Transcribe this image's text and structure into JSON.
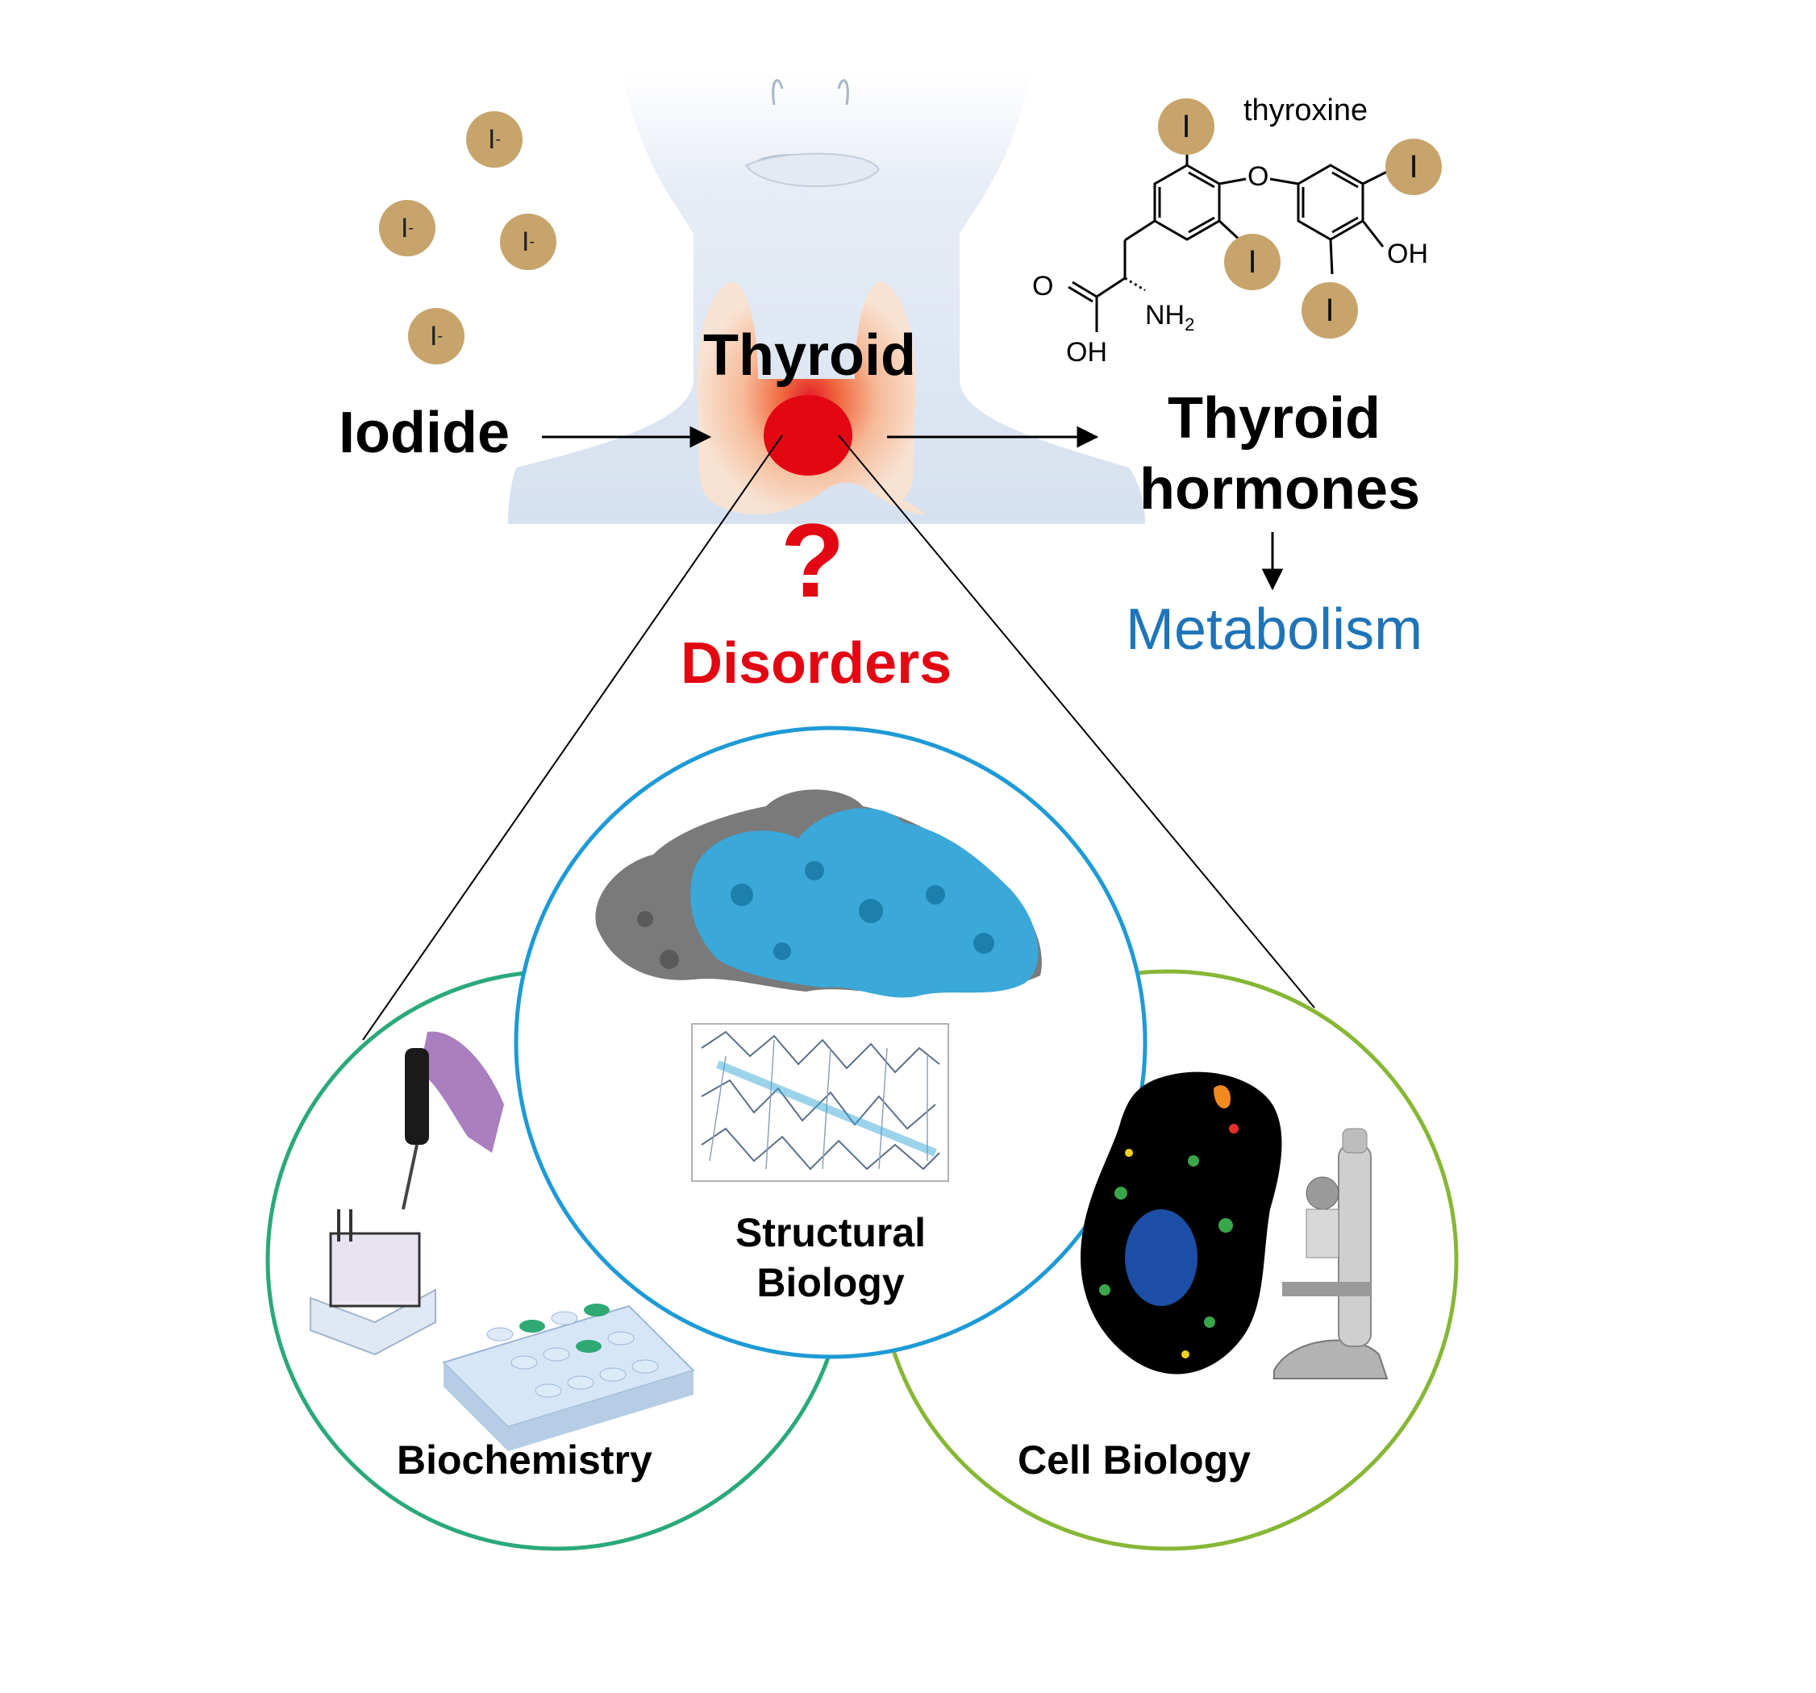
{
  "colors": {
    "ion_fill": "#c6a46c",
    "disorders_red": "#e30613",
    "metabolism_blue": "#1f74b8",
    "structural_ring": "#1e9ad6",
    "biochemistry_ring": "#2aa97a",
    "cellbio_ring": "#86b735",
    "protein_blue": "#3aa8d8",
    "protein_gray": "#7a7a7a"
  },
  "ions": {
    "label": "I",
    "charge": "-"
  },
  "labels": {
    "thyroid": "Thyroid",
    "iodide": "Iodide",
    "thyroid_hormones_line1": "Thyroid",
    "thyroid_hormones_line2": "hormones",
    "metabolism": "Metabolism",
    "question": "?",
    "disorders": "Disorders"
  },
  "molecule": {
    "name": "thyroxine",
    "iodine_label": "I",
    "oxygen": "O",
    "hydroxyl": "OH",
    "carbonyl_o": "O",
    "acid_oh": "OH",
    "amine": "NH",
    "amine_sub": "2"
  },
  "circles": {
    "structural_line1": "Structural",
    "structural_line2": "Biology",
    "biochemistry": "Biochemistry",
    "cell_biology": "Cell Biology"
  },
  "icons": [
    "iodide-ion-icon",
    "neck-illustration",
    "thyroid-gland-icon",
    "protein-structure-icon",
    "density-map-icon",
    "pipette-icon",
    "electrophoresis-tank-icon",
    "well-plate-icon",
    "cell-icon",
    "microscope-icon"
  ]
}
